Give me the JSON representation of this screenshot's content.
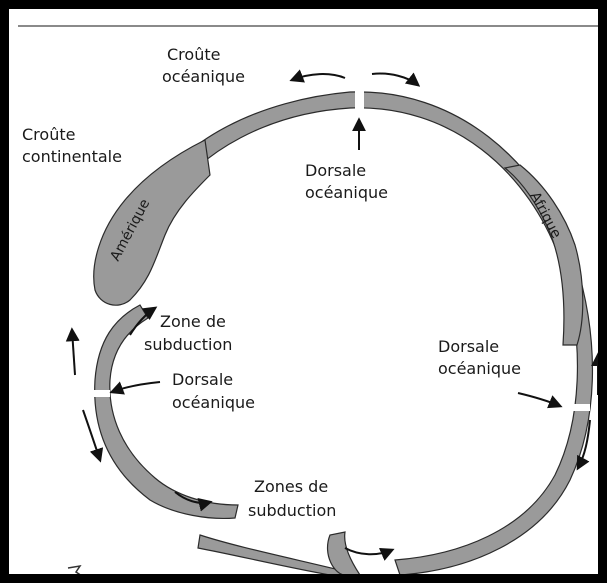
{
  "labels": {
    "oceanic_crust": [
      "Croûte",
      "océanique"
    ],
    "continental_crust": [
      "Croûte",
      "continentale"
    ],
    "ridge_top": [
      "Dorsale",
      "océanique"
    ],
    "ridge_left": [
      "Dorsale",
      "océanique"
    ],
    "ridge_right": [
      "Dorsale",
      "océanique"
    ],
    "subduction_zone": [
      "Zone de",
      "subduction"
    ],
    "subduction_zones": [
      "Zones de",
      "subduction"
    ],
    "continent_america": "Amérique",
    "continent_africa": "Afrique"
  },
  "colors": {
    "plate_fill": "#9a9a9a",
    "frame": "#000000"
  }
}
